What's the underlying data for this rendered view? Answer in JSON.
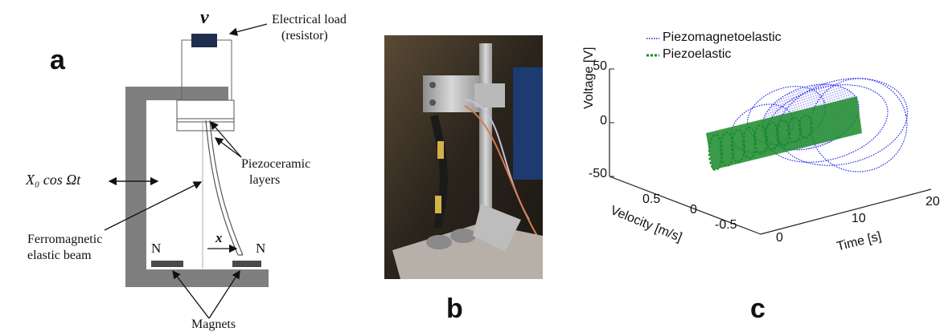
{
  "panel_a": {
    "letter": "a",
    "voltage_symbol": "v",
    "load_label_line1": "Electrical load",
    "load_label_line2": "(resistor)",
    "piezo_label_line1": "Piezoceramic",
    "piezo_label_line2": "layers",
    "excitation_label": "X₀ cos Ωt",
    "beam_label_line1": "Ferromagnetic",
    "beam_label_line2": "elastic beam",
    "displacement_symbol": "x",
    "north_left": "N",
    "north_right": "N",
    "magnets_label": "Magnets"
  },
  "panel_b": {
    "letter": "b"
  },
  "panel_c": {
    "letter": "c",
    "colors": {
      "piezomagnetoelastic": "#2222ee",
      "piezoelastic": "#1a8a2a"
    },
    "chart_data": {
      "type": "scatter",
      "series": [
        {
          "name": "Piezomagnetoelastic",
          "style": "dotted line"
        },
        {
          "name": "Piezoelastic",
          "style": "dashed line"
        }
      ],
      "zlabel": "Voltage [V]",
      "xlabel": "Velocity [m/s]",
      "ylabel": "Time [s]",
      "voltage_ticks": [
        "50",
        "0",
        "-50"
      ],
      "velocity_ticks": [
        "0.5",
        "0",
        "-0.5"
      ],
      "time_ticks": [
        "0",
        "10",
        "20"
      ],
      "voltage_range": [
        -50,
        50
      ],
      "velocity_range": [
        -0.5,
        0.5
      ],
      "time_range": [
        0,
        20
      ],
      "legend_position": "top-left"
    }
  }
}
